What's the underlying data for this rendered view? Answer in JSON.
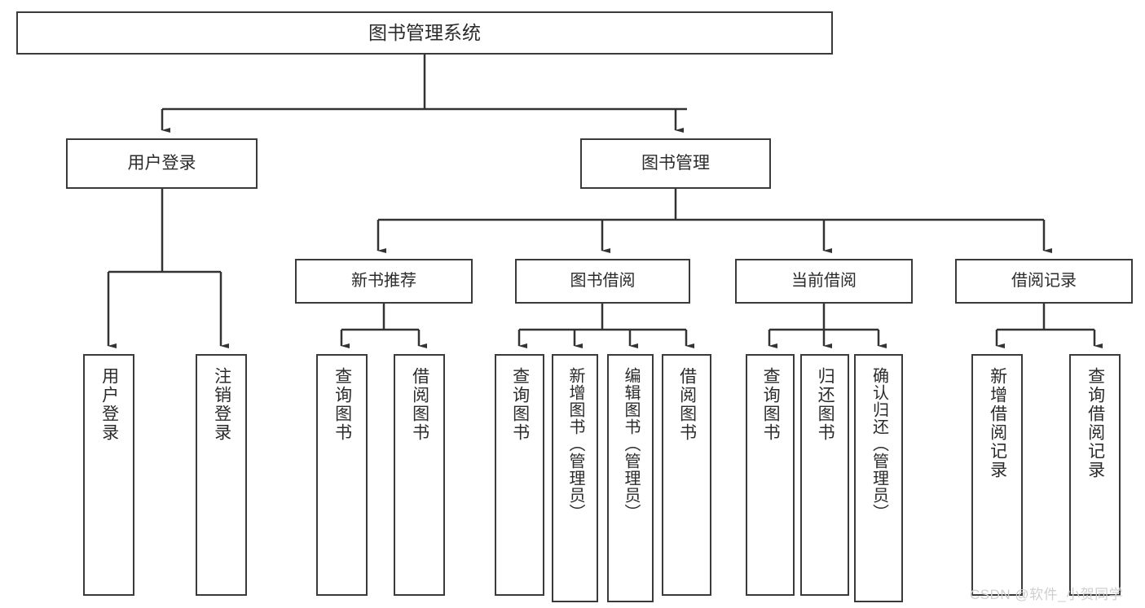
{
  "diagram": {
    "title": "图书管理系统",
    "type": "tree-hierarchy-chart",
    "root": {
      "label": "图书管理系统"
    },
    "level1": [
      {
        "label": "用户登录"
      },
      {
        "label": "图书管理"
      }
    ],
    "level2": [
      {
        "label": "新书推荐"
      },
      {
        "label": "图书借阅"
      },
      {
        "label": "当前借阅"
      },
      {
        "label": "借阅记录"
      }
    ],
    "leaves": {
      "user_login": [
        {
          "label": "用户登录"
        },
        {
          "label": "注销登录"
        }
      ],
      "new_book_recommend": [
        {
          "label": "查询图书"
        },
        {
          "label": "借阅图书"
        }
      ],
      "book_borrow": [
        {
          "label": "查询图书"
        },
        {
          "label": "新增图书（管理员）"
        },
        {
          "label": "编辑图书（管理员）"
        },
        {
          "label": "借阅图书"
        }
      ],
      "current_borrow": [
        {
          "label": "查询图书"
        },
        {
          "label": "归还图书"
        },
        {
          "label": "确认归还（管理员）"
        }
      ],
      "borrow_record": [
        {
          "label": "新增借阅记录"
        },
        {
          "label": "查询借阅记录"
        }
      ]
    }
  },
  "watermark": {
    "text": "CSDN @软件_小贺同学"
  },
  "colors": {
    "box_border": "#3a3a3a",
    "box_fill": "#ffffff",
    "text": "#2b2b2b",
    "connector": "#333333",
    "watermark": "#cfcfcf"
  }
}
